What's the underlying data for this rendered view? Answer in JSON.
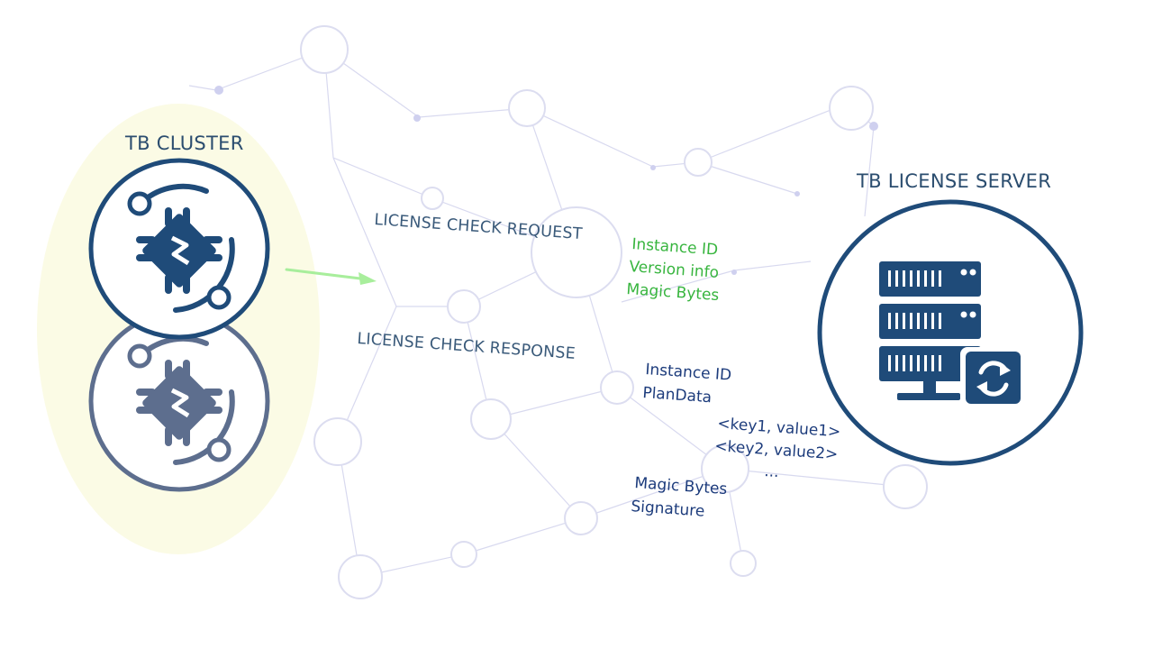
{
  "cluster": {
    "title": "TB CLUSTER"
  },
  "server": {
    "title": "TB LICENSE SERVER"
  },
  "request": {
    "label": "LICENSE CHECK REQUEST",
    "fields": [
      "Instance ID",
      "Version info",
      "Magic Bytes"
    ]
  },
  "response": {
    "label": "LICENSE CHECK RESPONSE",
    "fields": [
      "Instance ID",
      "PlanData",
      "<key1, value1>",
      "<key2, value2>",
      "...",
      "Magic Bytes",
      "Signature"
    ]
  },
  "colors": {
    "cluster_fill": "#fbfbe5",
    "node_primary": "#1f4b79",
    "node_secondary": "#5d6e8e",
    "server": "#1f4b79",
    "request_text": "#38b53f",
    "response_text": "#1d3c7c",
    "arrow": "#a8ee9c",
    "network": "#c9cbe9"
  },
  "icons": {
    "node": "chip-node-icon",
    "server": "server-rack-icon",
    "sync": "sync-icon",
    "arrow": "arrow-right-icon"
  }
}
